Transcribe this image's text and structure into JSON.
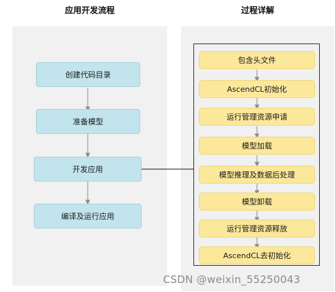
{
  "headings": {
    "left": "应用开发流程",
    "right": "过程详解"
  },
  "flow_steps": [
    "创建代码目录",
    "准备模型",
    "开发应用",
    "编译及运行应用"
  ],
  "detail_steps": [
    "包含头文件",
    "AscendCL初始化",
    "运行管理资源申请",
    "模型加载",
    "模型推理及数据后处理",
    "模型卸载",
    "运行管理资源释放",
    "AscendCL去初始化"
  ],
  "watermark": "CSDN @weixin_55250043",
  "colors": {
    "flow_fill": "#c2e4ec",
    "detail_fill": "#fbe89b",
    "panel": "#f1f1f1",
    "arrow": "#8c8c8c"
  }
}
